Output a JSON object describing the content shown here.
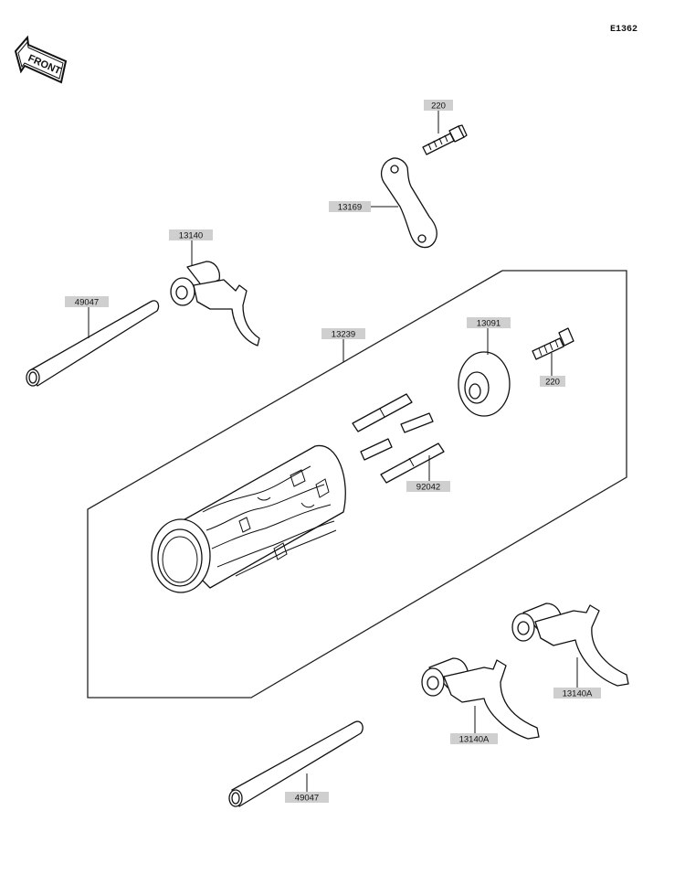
{
  "diagram": {
    "ref_code": "E1362",
    "front_label": "FRONT",
    "labels": {
      "bolt_top": "220",
      "plate": "13169",
      "fork_upper": "13140",
      "shaft_upper": "49047",
      "drum_assy": "13239",
      "drum_cover": "13091",
      "bolt_right": "220",
      "pins": "92042",
      "fork_right": "13140A",
      "fork_lower": "13140A",
      "shaft_lower": "49047"
    }
  }
}
